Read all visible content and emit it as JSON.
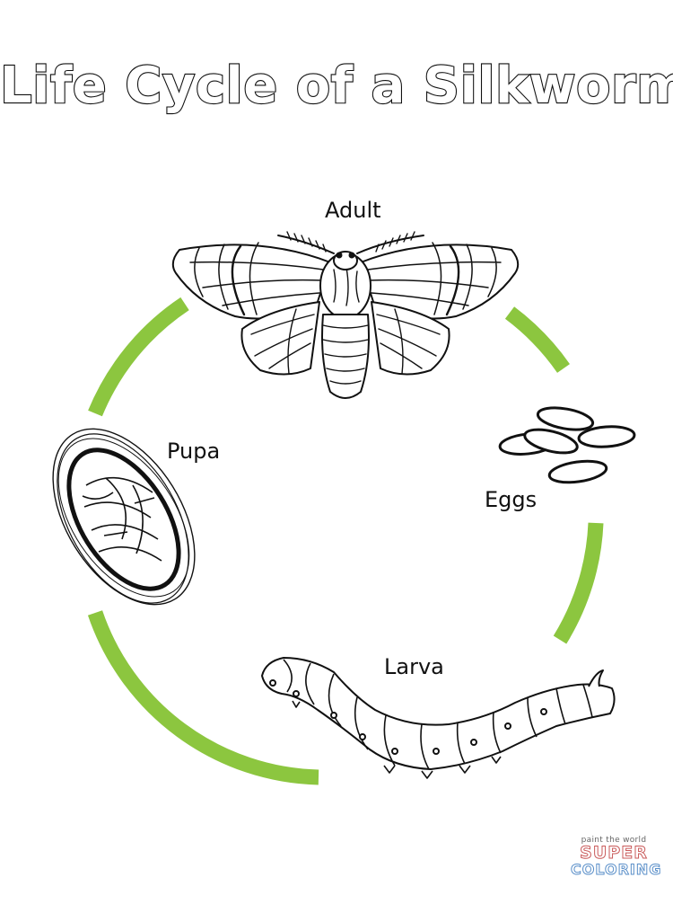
{
  "title": "Life Cycle of a Silkworm",
  "stages": {
    "adult": "Adult",
    "eggs": "Eggs",
    "larva": "Larva",
    "pupa": "Pupa"
  },
  "colors": {
    "arrow": "#8cc63f",
    "line": "#111111"
  },
  "icons": [
    "moth-icon",
    "eggs-icon",
    "larva-icon",
    "cocoon-icon"
  ],
  "logo": {
    "tagline": "paint the world",
    "word1": "SUPER",
    "word2": "COLORING"
  }
}
